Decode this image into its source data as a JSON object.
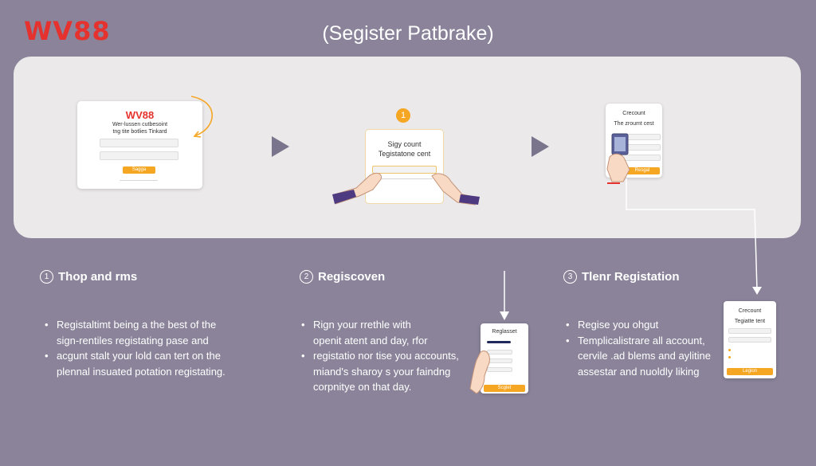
{
  "header": {
    "logo": "WV88",
    "title": "(Segister Patbrake)"
  },
  "panel": {
    "card1": {
      "logo": "WV88",
      "line1": "Wer-lussen cutbesoint",
      "line2": "tng tite botlies Tinkard",
      "button": "Sagga"
    },
    "card2": {
      "badge": "1",
      "line1": "Sigy count",
      "line2": "Tegistatone cent"
    },
    "card3": {
      "line1": "Crecount",
      "line2": "The zroumt cest",
      "button": "Resgal"
    }
  },
  "steps": [
    {
      "num": "1",
      "title": "Thop and rms",
      "bullets": [
        [
          "Registaltimt being a the best of the",
          "sign-rentiles registating pase and"
        ],
        [
          "acgunt stalt your lold can tert on the",
          "plennal insuated potation registating."
        ]
      ]
    },
    {
      "num": "2",
      "title": "Regiscoven",
      "bullets": [
        [
          "Rign your rrethle with",
          "openit atent and day, rfor"
        ],
        [
          "registatio nor tise you accounts,",
          "miand's sharoy s your faindng",
          "corpnitye on that day."
        ]
      ],
      "phone": {
        "title": "Reglasset",
        "button": "Scglet"
      }
    },
    {
      "num": "3",
      "title": "Tlenr Registation",
      "bullets": [
        [
          "Regise you ohgut"
        ],
        [
          "Templicalistrare all account,",
          "cervile .ad blems and aylitine",
          "assestar and nuoldly liking"
        ]
      ],
      "phone": {
        "title": "Crecount",
        "subtitle": "Tegiatte tent",
        "button": "Legion"
      }
    }
  ],
  "colors": {
    "background": "#8a8399",
    "brand": "#e5322e",
    "accent": "#f5a623",
    "panel": "#ece9ea"
  }
}
